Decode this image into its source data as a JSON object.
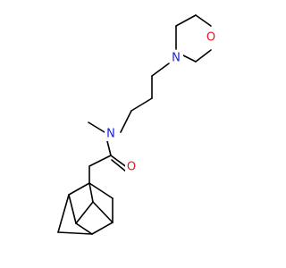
{
  "molecule": {
    "atoms": {
      "morpholine_oxygen": {
        "label": "O",
        "color": "#e8141b"
      },
      "morpholine_nitrogen": {
        "label": "N",
        "color": "#1a21e0"
      },
      "amide_nitrogen": {
        "label": "N",
        "color": "#1a21e0"
      },
      "carbonyl_oxygen": {
        "label": "O",
        "color": "#e8141b"
      }
    },
    "bond_color": "#000000",
    "background": "#ffffff"
  }
}
